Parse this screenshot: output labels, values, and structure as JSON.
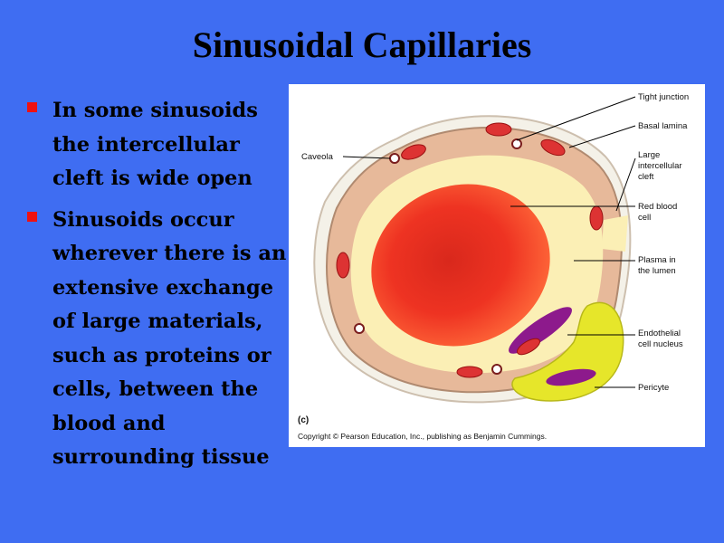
{
  "slide": {
    "title": "Sinusoidal Capillaries",
    "bullets": [
      "In some sinusoids the intercellular cleft is wide open",
      "Sinusoids occur wherever there is an extensive exchange of large materials, such as proteins or cells, between the blood and surrounding tissue"
    ]
  },
  "figure": {
    "panel_letter": "(c)",
    "copyright": "Copyright © Pearson Education, Inc., publishing as Benjamin Cummings.",
    "labels": {
      "caveola": "Caveola",
      "tight_junction": "Tight junction",
      "basal_lamina": "Basal lamina",
      "large_cleft": [
        "Large",
        "intercellular",
        "cleft"
      ],
      "red_blood_cell": [
        "Red blood",
        "cell"
      ],
      "plasma": [
        "Plasma in",
        "the lumen"
      ],
      "endothelial_nucleus": [
        "Endothelial",
        "cell nucleus"
      ],
      "pericyte": "Pericyte"
    }
  },
  "colors": {
    "background": "#3f6df2",
    "bullet": "#ee1111",
    "endothelium": "#e7b99a",
    "plasma": "#fbefb5",
    "red_blood_cell": "#ee3322",
    "nucleus": "#8d1a8c",
    "pericyte": "#e6e62a"
  }
}
